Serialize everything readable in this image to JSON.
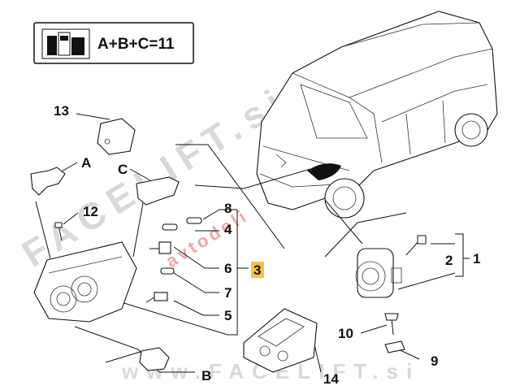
{
  "formula_box": {
    "text": "A+B+C=11",
    "icon": "kit-parts-icon"
  },
  "labels": {
    "l13": "13",
    "lA": "A",
    "lC": "C",
    "l12": "12",
    "l8": "8",
    "l4": "4",
    "l6": "6",
    "l3": "3",
    "l7": "7",
    "l5": "5",
    "lB": "B",
    "l14": "14",
    "l2": "2",
    "l1": "1",
    "l10": "10",
    "l9": "9"
  },
  "highlight_color": "#f5c242",
  "watermarks": {
    "diagonal": "FACELIFT.si",
    "red": "avtodeli",
    "bottom": "www.FACELIFT.si"
  }
}
